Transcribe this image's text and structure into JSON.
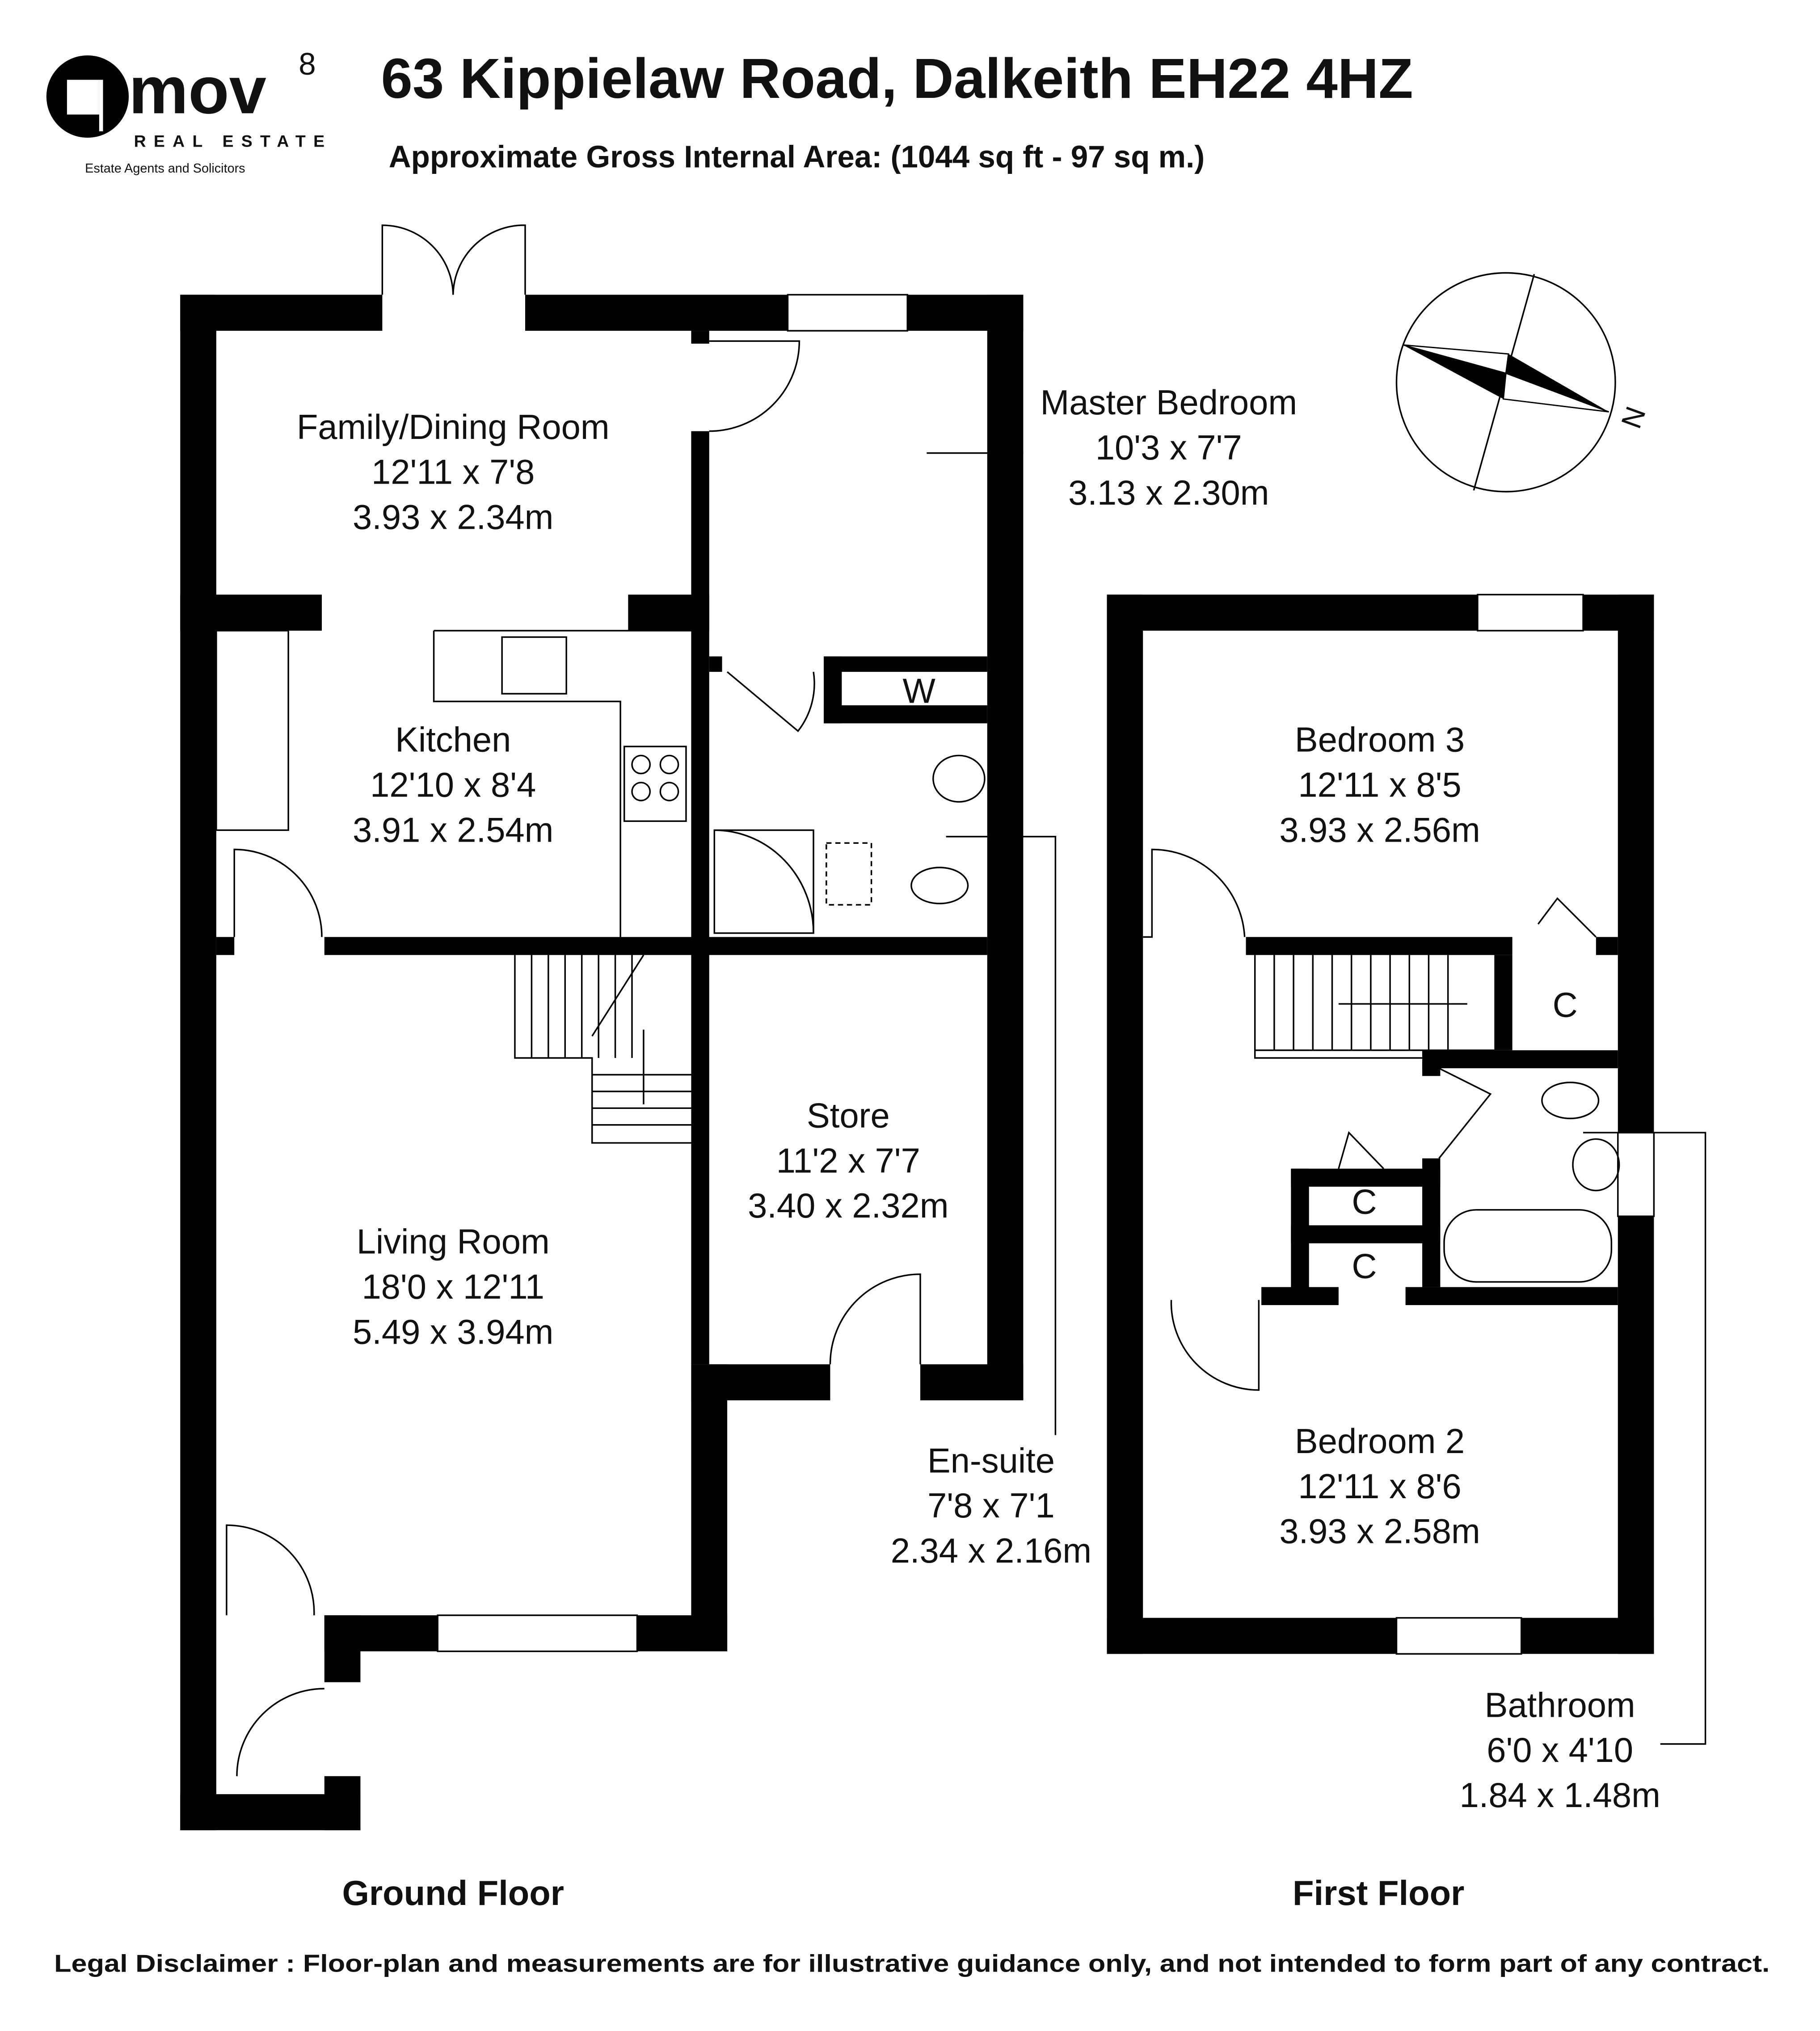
{
  "logo": {
    "brand": "mov",
    "superscript": "8",
    "subtitle": "REAL ESTATE",
    "tagline": "Estate Agents and Solicitors"
  },
  "header": {
    "title": "63 Kippielaw Road, Dalkeith EH22 4HZ",
    "area": "Approximate Gross Internal Area: (1044 sq ft - 97 sq m.)"
  },
  "compass": {
    "label": "N"
  },
  "ground_floor": {
    "label": "Ground Floor",
    "rooms": [
      {
        "name": "Family/Dining Room",
        "imperial": "12'11 x 7'8",
        "metric": "3.93 x 2.34m"
      },
      {
        "name": "Kitchen",
        "imperial": "12'10 x 8'4",
        "metric": "3.91 x 2.54m"
      },
      {
        "name": "Living Room",
        "imperial": "18'0 x 12'11",
        "metric": "5.49 x 3.94m"
      },
      {
        "name": "Store",
        "imperial": "11'2 x 7'7",
        "metric": "3.40 x 2.32m"
      },
      {
        "name": "Master Bedroom",
        "imperial": "10'3 x 7'7",
        "metric": "3.13 x 2.30m"
      },
      {
        "name": "En-suite",
        "imperial": "7'8 x 7'1",
        "metric": "2.34 x 2.16m"
      }
    ],
    "wardrobe": "W"
  },
  "first_floor": {
    "label": "First Floor",
    "rooms": [
      {
        "name": "Bedroom 3",
        "imperial": "12'11 x 8'5",
        "metric": "3.93 x 2.56m"
      },
      {
        "name": "Bedroom 2",
        "imperial": "12'11 x 8'6",
        "metric": "3.93 x 2.58m"
      },
      {
        "name": "Bathroom",
        "imperial": "6'0 x 4'10",
        "metric": "1.84 x 1.48m"
      }
    ],
    "cupboards": [
      "C",
      "C",
      "C"
    ]
  },
  "disclaimer": "Legal Disclaimer : Floor-plan and measurements are for illustrative guidance only, and not intended to form part of any contract."
}
